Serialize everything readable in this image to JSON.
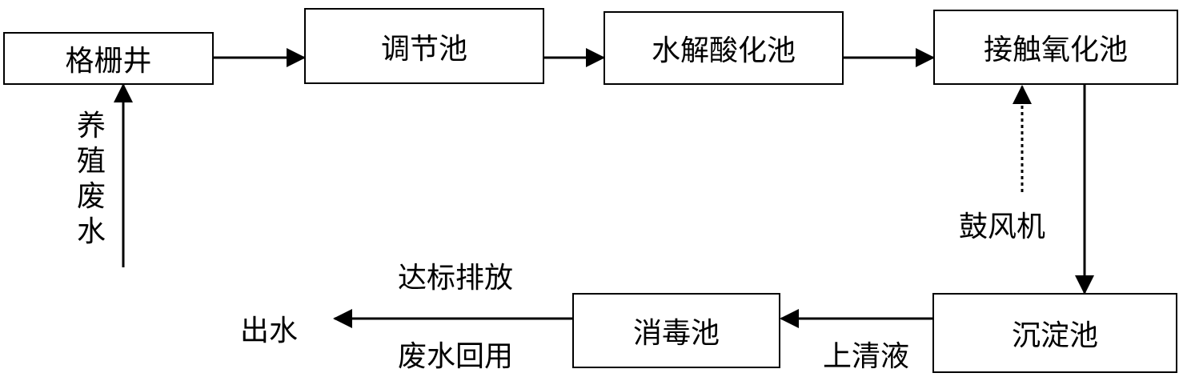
{
  "nodes": {
    "grille_well": "格栅井",
    "regulating_tank": "调节池",
    "hydrolysis_tank": "水解酸化池",
    "contact_oxidation_tank": "接触氧化池",
    "sedimentation_tank": "沉淀池",
    "disinfection_tank": "消毒池"
  },
  "labels": {
    "inflow_chars": [
      "养",
      "殖",
      "废",
      "水"
    ],
    "blower": "鼓风机",
    "supernatant": "上清液",
    "outflow": "出水",
    "discharge": "达标排放",
    "reuse": "废水回用"
  },
  "colors": {
    "line": "#000000",
    "background": "#ffffff"
  }
}
